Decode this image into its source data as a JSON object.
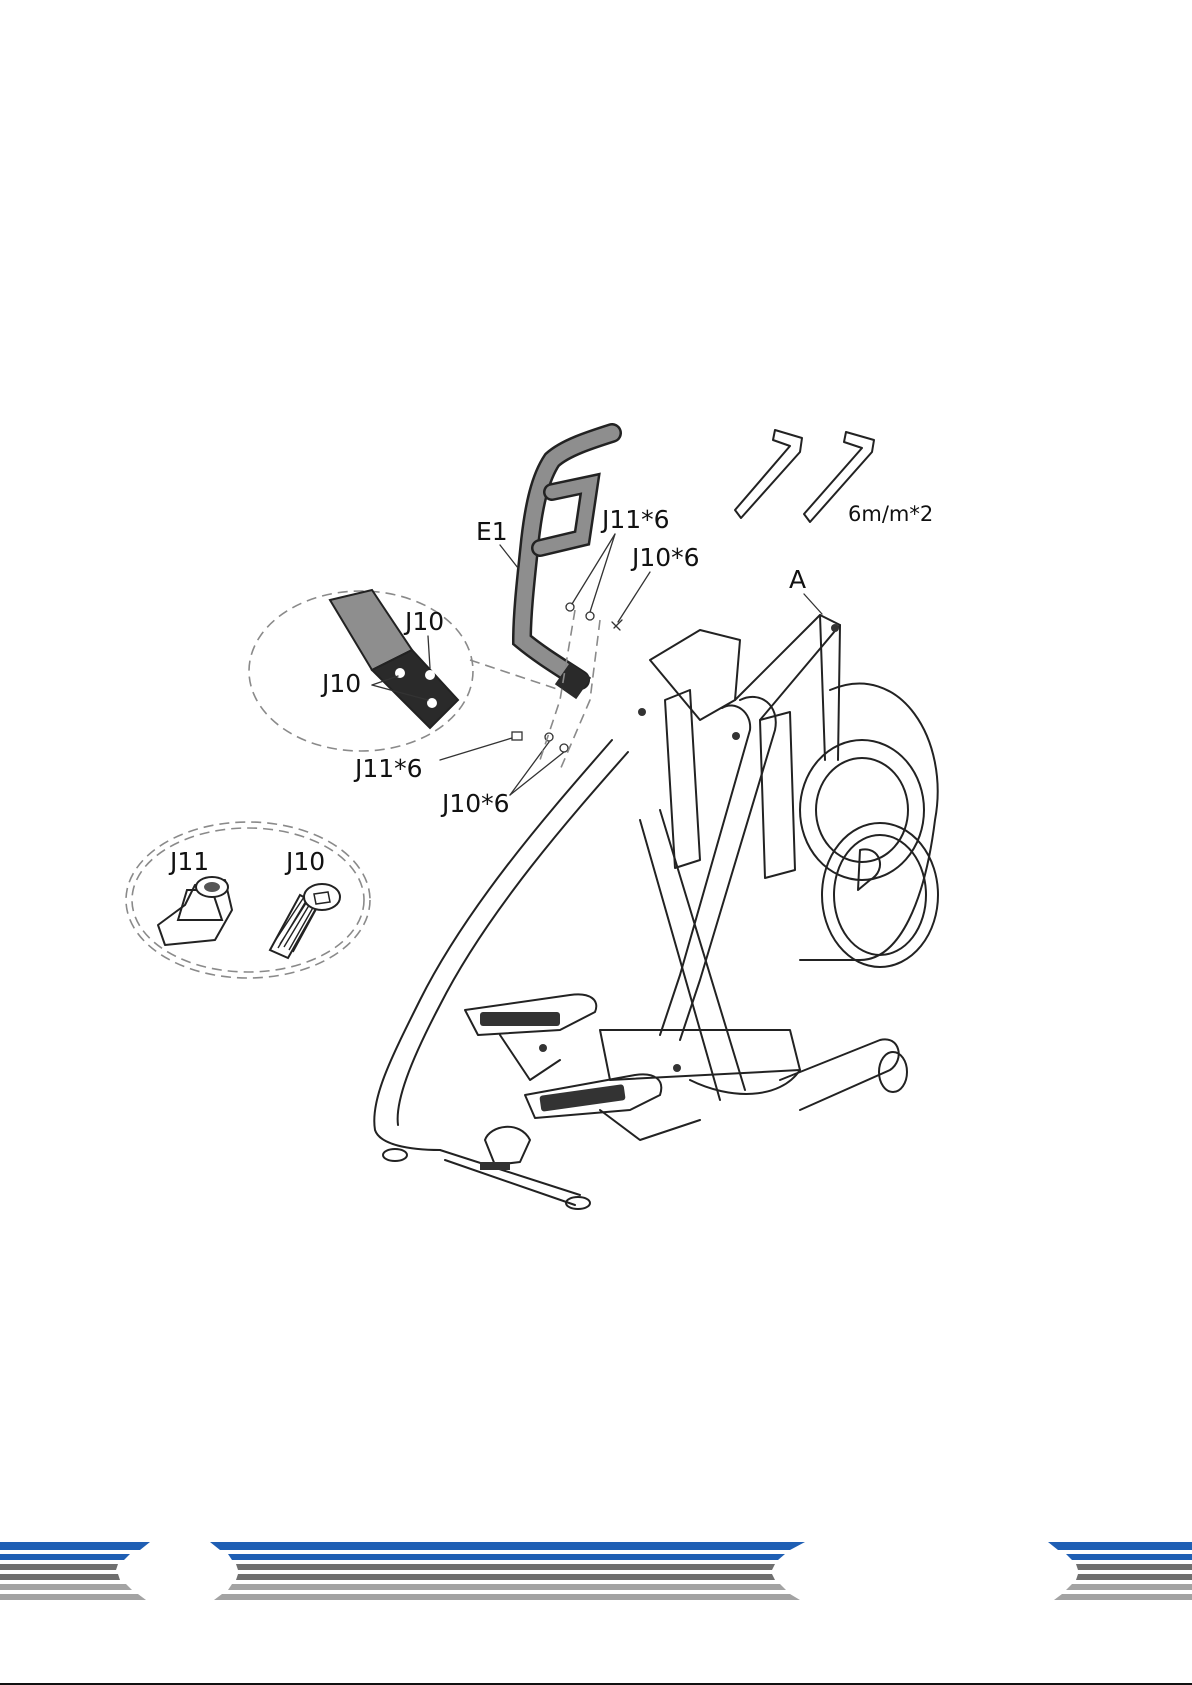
{
  "labels": {
    "handlebar": "E1",
    "frame": "A",
    "allen_keys": "6m/m*2",
    "upper_j11": "J11*6",
    "upper_j10": "J10*6",
    "lower_j11": "J11*6",
    "lower_j10": "J10*6",
    "detail_j10_top": "J10",
    "detail_j10_side": "J10",
    "parts_j11": "J11",
    "parts_j10": "J10"
  },
  "colors": {
    "stripe_blue": "#1f5fb4",
    "stripe_gray_dark": "#6f6f6f",
    "stripe_gray_light": "#a3a3a3",
    "handlebar_fill": "#8e8e8e",
    "bracket_fill": "#2a2a2a"
  }
}
